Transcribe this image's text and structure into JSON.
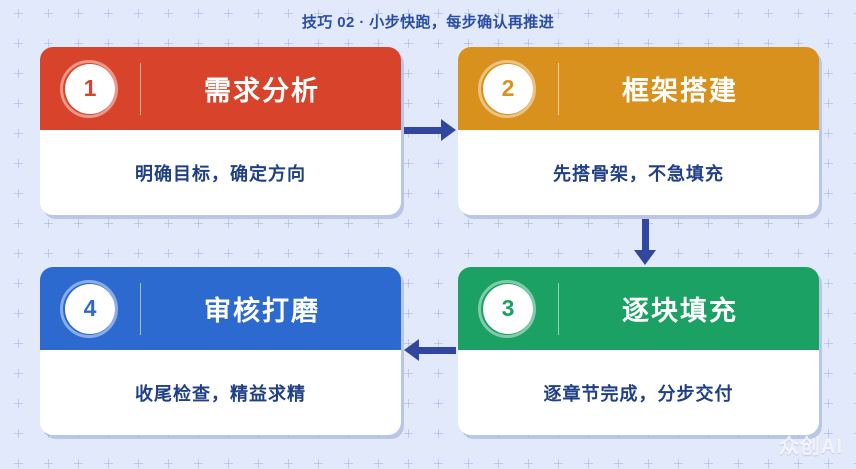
{
  "page": {
    "title": "技巧 02 · 小步快跑，每步确认再推进",
    "background_color": "#e2e9fb",
    "watermark": "众创AI"
  },
  "cards": [
    {
      "number": "1",
      "title": "需求分析",
      "description": "明确目标，确定方向",
      "color": "#d8442b"
    },
    {
      "number": "2",
      "title": "框架搭建",
      "description": "先搭骨架，不急填充",
      "color": "#d9911e"
    },
    {
      "number": "3",
      "title": "逐块填充",
      "description": "逐章节完成，分步交付",
      "color": "#1ba163"
    },
    {
      "number": "4",
      "title": "审核打磨",
      "description": "收尾检查，精益求精",
      "color": "#2c6ad0"
    }
  ],
  "arrows": [
    {
      "name": "arrow-step1-to-step2",
      "direction": "right",
      "color": "#31479f"
    },
    {
      "name": "arrow-step2-to-step3",
      "direction": "down",
      "color": "#31479f"
    },
    {
      "name": "arrow-step3-to-step4",
      "direction": "left",
      "color": "#31479f"
    }
  ]
}
